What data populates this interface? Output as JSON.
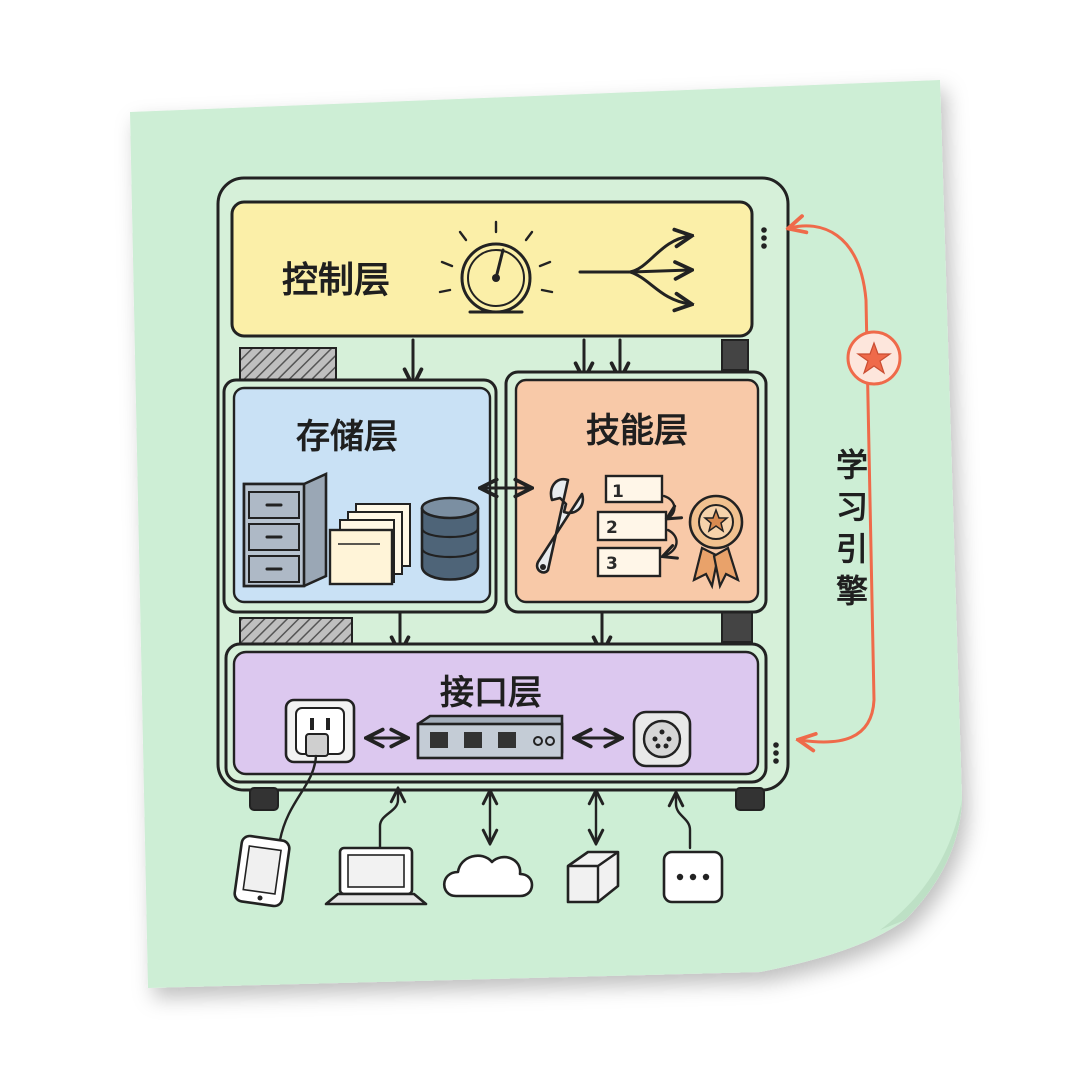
{
  "layers": {
    "control": {
      "label": "控制层",
      "color": "#fbefa8"
    },
    "storage": {
      "label": "存储层",
      "color": "#c9e1f5"
    },
    "skill": {
      "label": "技能层",
      "color": "#f8c9a8"
    },
    "interface": {
      "label": "接口层",
      "color": "#dcc8ef"
    }
  },
  "steps": [
    "1",
    "2",
    "3"
  ],
  "side_label": [
    "学",
    "习",
    "引",
    "擎"
  ],
  "colors": {
    "note": "#cdeed5",
    "frame": "#d6f0d9",
    "accent": "#ef6a4a",
    "ink": "#222222"
  },
  "icons": {
    "control": [
      "gauge-icon",
      "branch-arrows-icon"
    ],
    "storage": [
      "file-cabinet-icon",
      "documents-icon",
      "database-icon"
    ],
    "skill": [
      "wrench-icon",
      "step-list-icon",
      "award-badge-icon"
    ],
    "interface": [
      "power-outlet-icon",
      "network-switch-icon",
      "port-connector-icon"
    ],
    "devices": [
      "smartphone-icon",
      "laptop-icon",
      "cloud-icon",
      "cube-icon",
      "more-icon"
    ]
  }
}
